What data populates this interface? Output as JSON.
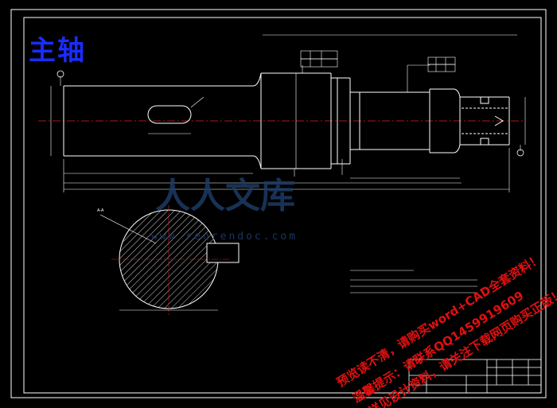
{
  "title": "主轴",
  "watermark": {
    "line1": "预览读不清，请购买word+CAD全套资料！",
    "line2": "温馨提示：请联系QQ1459919609",
    "line3": "详见设计资料，请关注下载网页购买正版！"
  },
  "logo": {
    "text": "人人文库",
    "url": "www.renrendoc.com"
  },
  "section_label": "A-A",
  "colors": {
    "background": "#000000",
    "lines": "#ffffff",
    "title": "#1a2cff",
    "centerline": "#e02020",
    "hatch": "#ffffff",
    "watermark": "#e01010",
    "logo": "#1d3b66"
  }
}
